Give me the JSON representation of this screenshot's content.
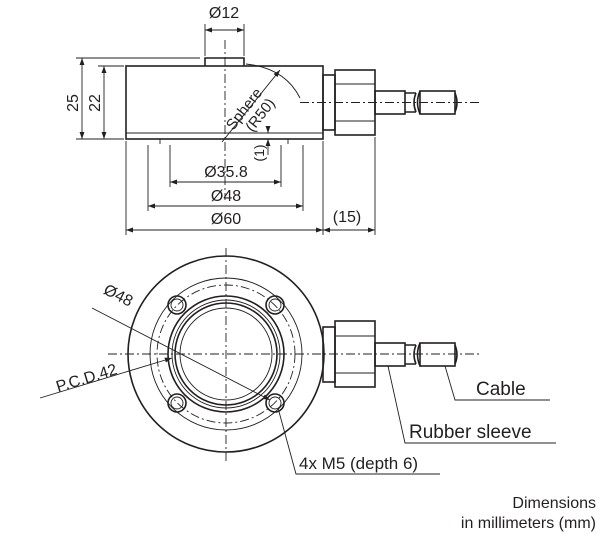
{
  "dimensions": {
    "top_dia": "Ø12",
    "height_total": "25",
    "height_body": "22",
    "sphere": "Sphere",
    "sphere_radius": "(R50)",
    "gap": "(1)",
    "dia_35": "Ø35.8",
    "dia_48": "Ø48",
    "dia_60": "Ø60",
    "connector_len": "(15)",
    "bottom_dia_48": "Ø48",
    "pcd": "P.C.D.42"
  },
  "callouts": {
    "cable": "Cable",
    "rubber_sleeve": "Rubber sleeve",
    "holes": "4x M5 (depth 6)"
  },
  "note": {
    "line1": "Dimensions",
    "line2": "in millimeters (mm)"
  }
}
